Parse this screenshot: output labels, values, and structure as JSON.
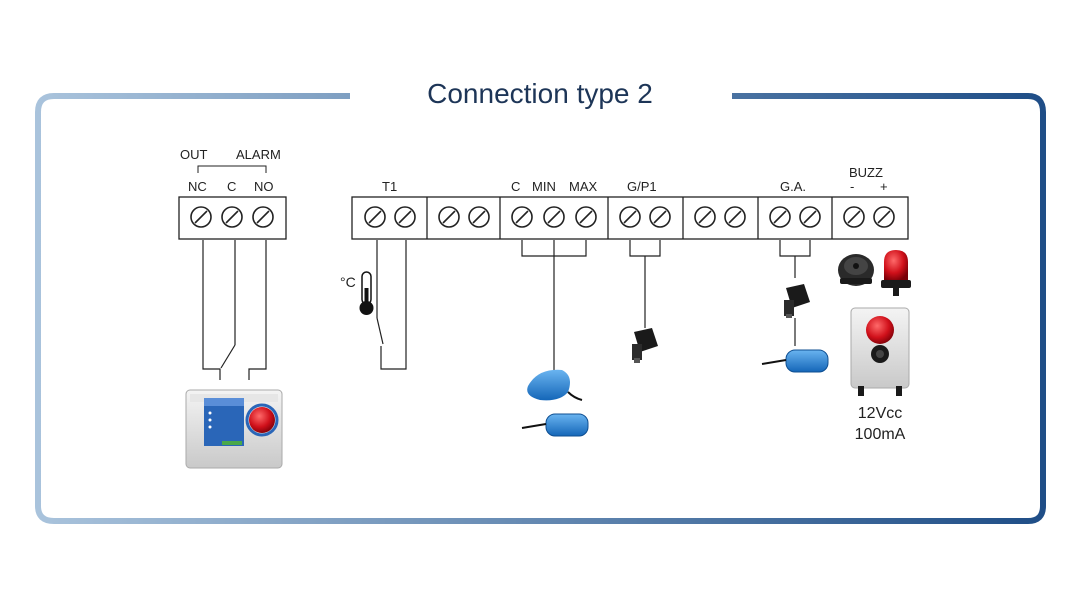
{
  "title": "Connection type 2",
  "labels": {
    "out": "OUT",
    "alarm": "ALARM",
    "nc": "NC",
    "c": "C",
    "no": "NO",
    "t1": "T1",
    "c2": "C",
    "min": "MIN",
    "max": "MAX",
    "gp1": "G/P1",
    "ga": "G.A.",
    "buzz": "BUZZ",
    "minus": "-",
    "plus": "+",
    "celsius": "°C",
    "voltage": "12Vcc",
    "current": "100mA"
  },
  "colors": {
    "frame_light": "#a9c3dc",
    "frame_dark": "#1f4e87",
    "title": "#1d3557",
    "line": "#222222",
    "float_blue": "#2a86d6",
    "alarm_red": "#d0101a"
  }
}
